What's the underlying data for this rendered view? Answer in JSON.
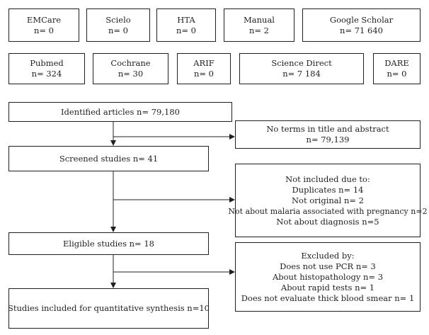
{
  "sources_row1": [
    {
      "name": "EMCare",
      "count": "n= 0"
    },
    {
      "name": "Scielo",
      "count": "n= 0"
    },
    {
      "name": "HTA",
      "count": "n= 0"
    },
    {
      "name": "Manual",
      "count": "n= 2"
    },
    {
      "name": "Google Scholar",
      "count": "n= 71 640"
    }
  ],
  "sources_row2": [
    {
      "name": "Pubmed",
      "count": "n= 324"
    },
    {
      "name": "Cochrane",
      "count": "n= 30"
    },
    {
      "name": "ARIF",
      "count": "n= 0"
    },
    {
      "name": "Science Direct",
      "count": "n= 7  184"
    },
    {
      "name": "DARE",
      "count": "n= 0"
    }
  ],
  "flow": {
    "identified": "Identified articles n= 79,180",
    "screened": "Screened studies n= 41",
    "eligible": "Eligible studies n= 18",
    "included": "Studies included for quantitative synthesis n=10"
  },
  "exclusions": {
    "no_terms": {
      "line1": "No terms in title and abstract",
      "line2": "n= 79,139"
    },
    "not_included": {
      "title": "Not included due to:",
      "items": [
        "Duplicates n= 14",
        "Not original n= 2",
        "Not about malaria associated with pregnancy n=2",
        "Not about diagnosis n=5"
      ]
    },
    "excluded": {
      "title": "Excluded by:",
      "items": [
        "Does not use PCR n= 3",
        "About histopathology n= 3",
        "About rapid tests n= 1",
        "Does not evaluate thick blood smear n= 1"
      ]
    }
  }
}
